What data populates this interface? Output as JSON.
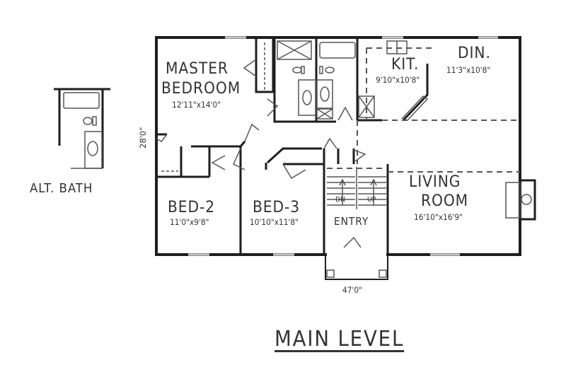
{
  "title": "MAIN LEVEL",
  "alt_bath": {
    "label": "ALT. BATH"
  },
  "overall_dimensions": {
    "depth": "28'0\"",
    "width": "47'0\""
  },
  "rooms": [
    {
      "id": "master",
      "name_line1": "MASTER",
      "name_line2": "BEDROOM",
      "size": "12'11\"x14'0\""
    },
    {
      "id": "kitchen",
      "name_line1": "KIT.",
      "size": "9'10\"x10'8\""
    },
    {
      "id": "dining",
      "name_line1": "DIN.",
      "size": "11'3\"x10'8\""
    },
    {
      "id": "living",
      "name_line1": "LIVING",
      "name_line2": "ROOM",
      "size": "16'10\"x16'9\""
    },
    {
      "id": "bed2",
      "name_line1": "BED-2",
      "size": "11'0\"x9'8\""
    },
    {
      "id": "bed3",
      "name_line1": "BED-3",
      "size": "10'10\"x11'8\""
    },
    {
      "id": "entry",
      "name_line1": "ENTRY"
    }
  ],
  "stairs": {
    "down": "DN",
    "up": "UP"
  },
  "colors": {
    "wall": "#1e1e1e",
    "line": "#555555",
    "background": "#ffffff"
  }
}
